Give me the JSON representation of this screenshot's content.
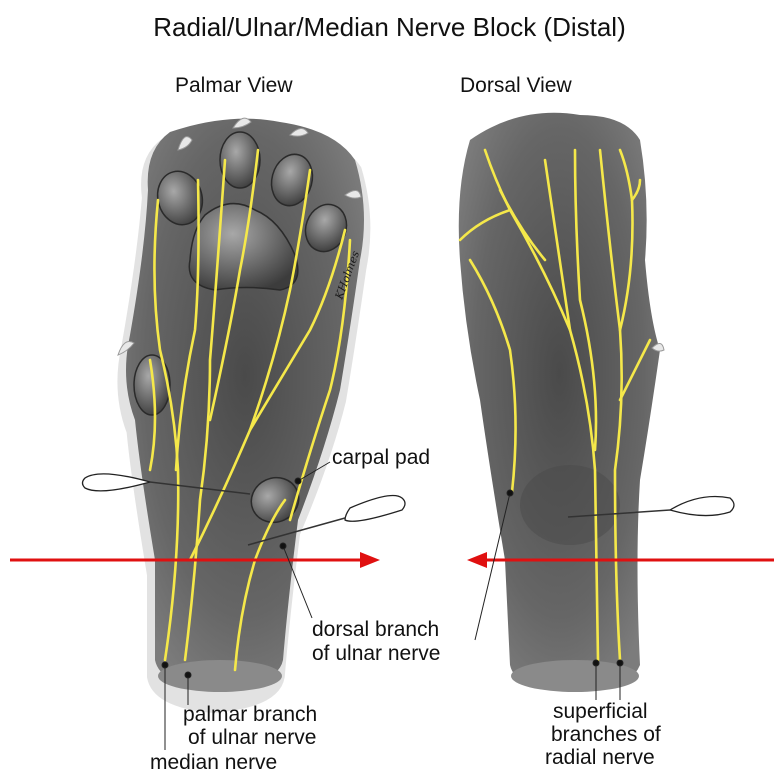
{
  "title": "Radial/Ulnar/Median Nerve Block (Distal)",
  "views": {
    "palmar": "Palmar View",
    "dorsal": "Dorsal View"
  },
  "signature": "KHolmes",
  "labels": {
    "carpal_pad": "carpal pad",
    "dorsal_branch_line1": "dorsal branch",
    "dorsal_branch_line2": "of ulnar nerve",
    "palmar_branch_line1": "palmar branch",
    "palmar_branch_line2": "of ulnar nerve",
    "median_nerve": "median nerve",
    "superficial_line1": "superficial",
    "superficial_line2": "branches of",
    "superficial_line3": "radial nerve"
  },
  "colors": {
    "nerve": "#f5e84a",
    "limb": "#5e5e5e",
    "pad": "#7a7a7a",
    "arrow": "#e01010",
    "claw": "#e6e6e6"
  },
  "icons": [
    "needle-icon",
    "arrow-right-icon",
    "arrow-left-icon"
  ]
}
